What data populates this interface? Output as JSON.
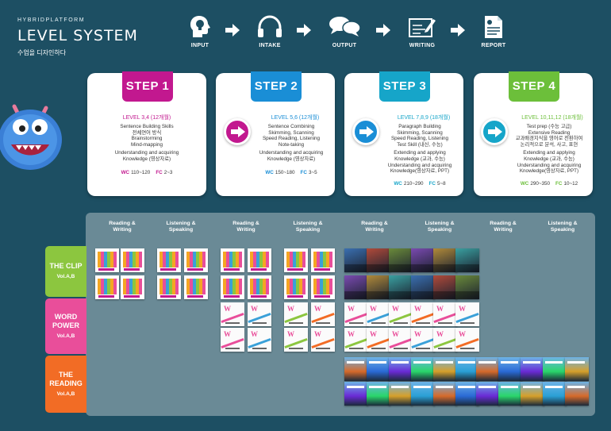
{
  "header": {
    "brand": "HYBRIDPLATFORM",
    "title": "LEVEL SYSTEM",
    "subtitle": "수업을 디자인하다"
  },
  "flow": [
    "INPUT",
    "INTAKE",
    "OUTPUT",
    "WRITING",
    "REPORT"
  ],
  "steps": [
    {
      "label": "STEP 1",
      "color": "#c2188f",
      "level": "LEVEL 3,4 (12개월)",
      "lines": [
        "Sentence Building Skills",
        "전체연어 방식",
        "Brainstorming",
        "Mind-mapping"
      ],
      "lines2": [
        "Understanding and acquiring",
        "Knowledge (영상자료)"
      ],
      "wc_label": "WC",
      "wc": "110~120",
      "fc_label": "FC",
      "fc": "2~3"
    },
    {
      "label": "STEP 2",
      "color": "#1a8ed6",
      "level": "LEVEL 5,6 (12개월)",
      "lines": [
        "Sentence Combining",
        "Skimming, Scanning",
        "Speed Reading, Listening",
        "Note-taking"
      ],
      "lines2": [
        "Understanding and acquiring",
        "Knowledge (영상자료)"
      ],
      "wc_label": "WC",
      "wc": "150~180",
      "fc_label": "FC",
      "fc": "3~5"
    },
    {
      "label": "STEP 3",
      "color": "#16a5c9",
      "level": "LEVEL 7,8,9 (18개월)",
      "lines": [
        "Paragraph Building",
        "Skimming, Scanning",
        "Speed Reading, Listening",
        "Test Skill (내신, 수능)"
      ],
      "lines2": [
        "Extending and applying",
        "Knowledge (교과, 수능)",
        "Understanding and acquiring",
        "Knowledge(영상자료, PPT)"
      ],
      "wc_label": "WC",
      "wc": "210~290",
      "fc_label": "FC",
      "fc": "5~8"
    },
    {
      "label": "STEP 4",
      "color": "#6cbf3a",
      "level": "LEVEL 10,11,12 (18개월)",
      "lines": [
        "Test prep (수능 고급)",
        "Extensive Reading",
        "교과배경지식을 영어로 전환하여",
        "논리적으로 분석, 사고, 표현"
      ],
      "lines2": [
        "Extending and applying",
        "Knowledge (교과, 수능)",
        "Understanding and acquiring",
        "Knowledge(영상자료, PPT)"
      ],
      "wc_label": "WC",
      "wc": "290~350",
      "fc_label": "FC",
      "fc": "10~12"
    }
  ],
  "column_headers": [
    {
      "line1": "Reading &",
      "line2": "Writing"
    },
    {
      "line1": "Listening &",
      "line2": "Speaking"
    },
    {
      "line1": "Reading &",
      "line2": "Writing"
    },
    {
      "line1": "Listening &",
      "line2": "Speaking"
    },
    {
      "line1": "Reading &",
      "line2": "Writing"
    },
    {
      "line1": "Listening &",
      "line2": "Speaking"
    },
    {
      "line1": "Reading &",
      "line2": "Writing"
    },
    {
      "line1": "Listening &",
      "line2": "Speaking"
    }
  ],
  "rows": [
    {
      "line1": "THE CLIP",
      "line2": "",
      "sub": "Vol.A,B",
      "color": "#8cc63f"
    },
    {
      "line1": "WORD",
      "line2": "POWER",
      "sub": "Vol.A,B",
      "color": "#e94e9a"
    },
    {
      "line1": "THE",
      "line2": "READING",
      "sub": "Vol.A,B",
      "color": "#f26c25"
    }
  ]
}
